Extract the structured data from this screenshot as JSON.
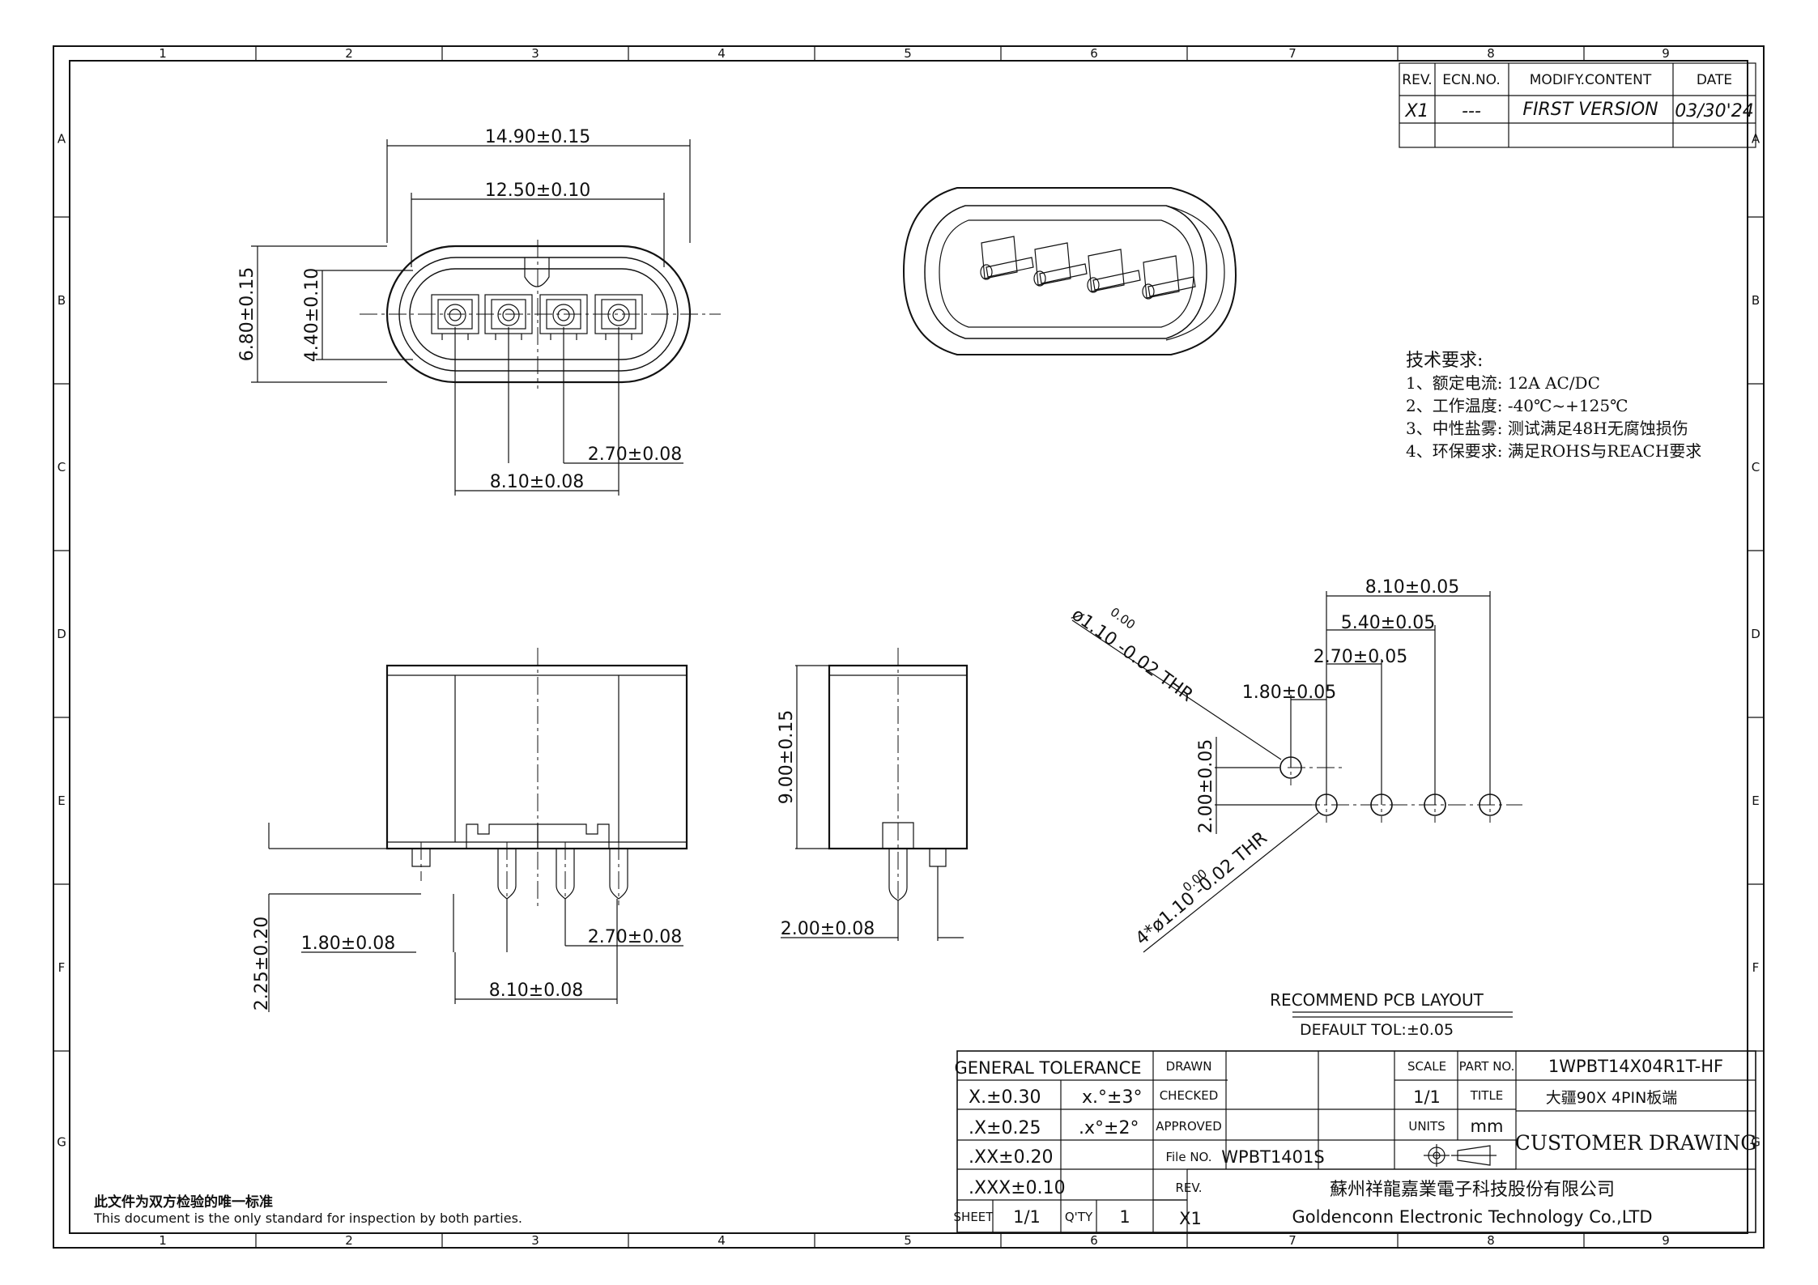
{
  "frame": {
    "cols": [
      "1",
      "2",
      "3",
      "4",
      "5",
      "6",
      "7",
      "8",
      "9"
    ],
    "rows": [
      "A",
      "B",
      "C",
      "D",
      "E",
      "F",
      "G"
    ]
  },
  "revision": {
    "headers": [
      "REV.",
      "ECN.NO.",
      "MODIFY.CONTENT",
      "DATE"
    ],
    "row": [
      "X1",
      "---",
      "FIRST VERSION",
      "03/30'24"
    ]
  },
  "front_view": {
    "dims": [
      "14.90±0.15",
      "12.50±0.10",
      "6.80±0.15",
      "4.40±0.10",
      "2.70±0.08",
      "8.10±0.08"
    ]
  },
  "side_view": {
    "dims": [
      "2.25±0.20",
      "1.80±0.08",
      "2.70±0.08",
      "8.10±0.08"
    ]
  },
  "end_view": {
    "dims": [
      "9.00±0.15",
      "2.00±0.08"
    ]
  },
  "pcb_layout": {
    "dims": [
      "8.10±0.05",
      "5.40±0.05",
      "2.70±0.05",
      "1.80±0.05",
      "2.00±0.05"
    ],
    "callout_single": "ø1.10 -0.02 THR",
    "callout_multi": "4*ø1.10 -0.02 THR",
    "tol_upper": "0.00",
    "title": "RECOMMEND PCB LAYOUT",
    "default_tol": "DEFAULT TOL:±0.05"
  },
  "tech_requirements": {
    "heading": "技术要求:",
    "items": [
      "1、额定电流: 12A AC/DC",
      "2、工作温度: -40℃~+125℃",
      "3、中性盐雾: 测试满足48H无腐蚀损伤",
      "4、环保要求: 满足ROHS与REACH要求"
    ]
  },
  "title_block": {
    "general_tolerance": "GENERAL TOLERANCE",
    "tol_x": "X.±0.30",
    "tol_x1": ".X±0.25",
    "tol_x2": ".XX±0.20",
    "tol_x3": ".XXX±0.10",
    "angle1": "x.°±3°",
    "angle2": ".x°±2°",
    "drawn": "DRAWN",
    "checked": "CHECKED",
    "approved": "APPROVED",
    "file_no": "File NO.",
    "file_no_value": "WPBT1401S",
    "rev": "REV.",
    "rev_value": "X1",
    "scale": "SCALE",
    "scale_value": "1/1",
    "units": "UNITS",
    "units_value": "mm",
    "part_no": "PART NO.",
    "part_no_value": "1WPBT14X04R1T-HF",
    "title": "TITLE",
    "title_value": "大疆90X 4PIN板端",
    "customer_drawing": "CUSTOMER DRAWING",
    "sheet": "SHEET",
    "sheet_value": "1/1",
    "qty": "Q'TY",
    "qty_value": "1",
    "company_cn": "蘇州祥龍嘉業電子科技股份有限公司",
    "company_en": "Goldenconn Electronic Technology Co.,LTD"
  },
  "notice": {
    "cn": "此文件为双方检验的唯一标准",
    "en": "This document is the only standard for inspection by both parties."
  }
}
